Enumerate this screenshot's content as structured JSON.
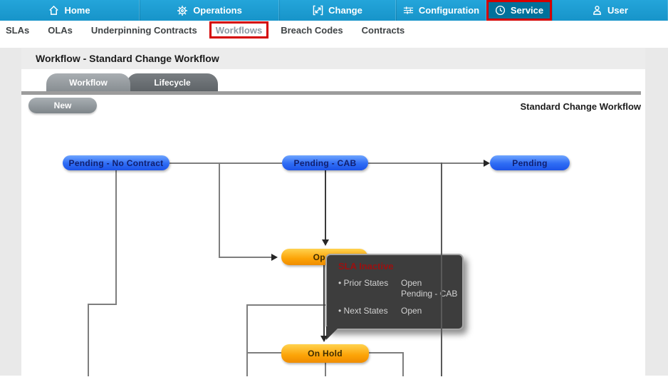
{
  "nav": {
    "items": [
      {
        "label": "Home",
        "icon": "home-icon"
      },
      {
        "label": "Operations",
        "icon": "operations-icon"
      },
      {
        "label": "Change",
        "icon": "change-icon"
      },
      {
        "label": "Configuration",
        "icon": "configuration-icon"
      },
      {
        "label": "Service",
        "icon": "service-icon",
        "active": true
      },
      {
        "label": "User",
        "icon": "user-icon"
      }
    ]
  },
  "subnav": {
    "items": [
      {
        "label": "SLAs"
      },
      {
        "label": "OLAs"
      },
      {
        "label": "Underpinning Contracts"
      },
      {
        "label": "Workflows",
        "highlighted": true
      },
      {
        "label": "Breach Codes"
      },
      {
        "label": "Contracts"
      }
    ]
  },
  "page": {
    "title": "Workflow - Standard Change Workflow"
  },
  "tabs": [
    {
      "label": "Workflow",
      "active": true
    },
    {
      "label": "Lifecycle",
      "active": false
    }
  ],
  "toolbar": {
    "new_label": "New",
    "workflow_name": "Standard Change Workflow"
  },
  "diagram": {
    "nodes": [
      {
        "label": "Pending - No Contract",
        "type": "blue"
      },
      {
        "label": "Pending - CAB",
        "type": "blue"
      },
      {
        "label": "Pending",
        "type": "blue"
      },
      {
        "label": "Open",
        "type": "orange"
      },
      {
        "label": "On Hold",
        "type": "orange"
      }
    ],
    "tooltip": {
      "title": "SLA Inactive",
      "rows": [
        {
          "label": "• Prior States",
          "values": [
            "Open",
            "Pending - CAB"
          ]
        },
        {
          "label": "• Next States",
          "values": [
            "Open"
          ]
        }
      ]
    }
  },
  "colors": {
    "nav_bg": "#1794c9",
    "nav_active_bg": "#00719b",
    "highlight_red": "#d40000",
    "node_blue": "#2e6cf4",
    "node_orange": "#fca307",
    "tooltip_bg": "#3d3d3d",
    "tooltip_title_red": "#9b1010"
  }
}
